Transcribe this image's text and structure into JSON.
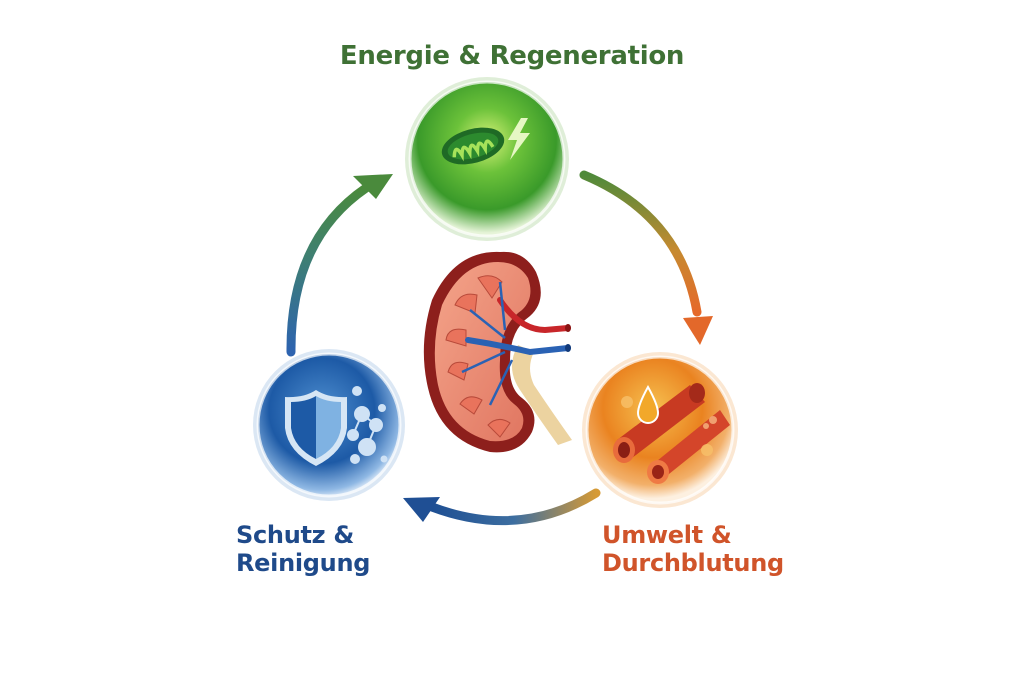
{
  "diagram": {
    "center": {
      "name": "kidney",
      "icon": "kidney-icon"
    },
    "nodes": [
      {
        "id": "energy",
        "label_lines": [
          "Energie & Regeneration"
        ],
        "icon": "mitochondria-lightning-icon",
        "color": "#3f7135"
      },
      {
        "id": "environment",
        "label_lines": [
          "Umwelt &",
          "Durchblutung"
        ],
        "icon": "blood-vessel-droplet-icon",
        "color": "#d0542a"
      },
      {
        "id": "protection",
        "label_lines": [
          "Schutz &",
          "Reinigung"
        ],
        "icon": "shield-molecule-icon",
        "color": "#1f4a8a"
      }
    ],
    "cycle": [
      {
        "from": "energy",
        "to": "environment"
      },
      {
        "from": "environment",
        "to": "protection"
      },
      {
        "from": "protection",
        "to": "energy"
      }
    ]
  }
}
